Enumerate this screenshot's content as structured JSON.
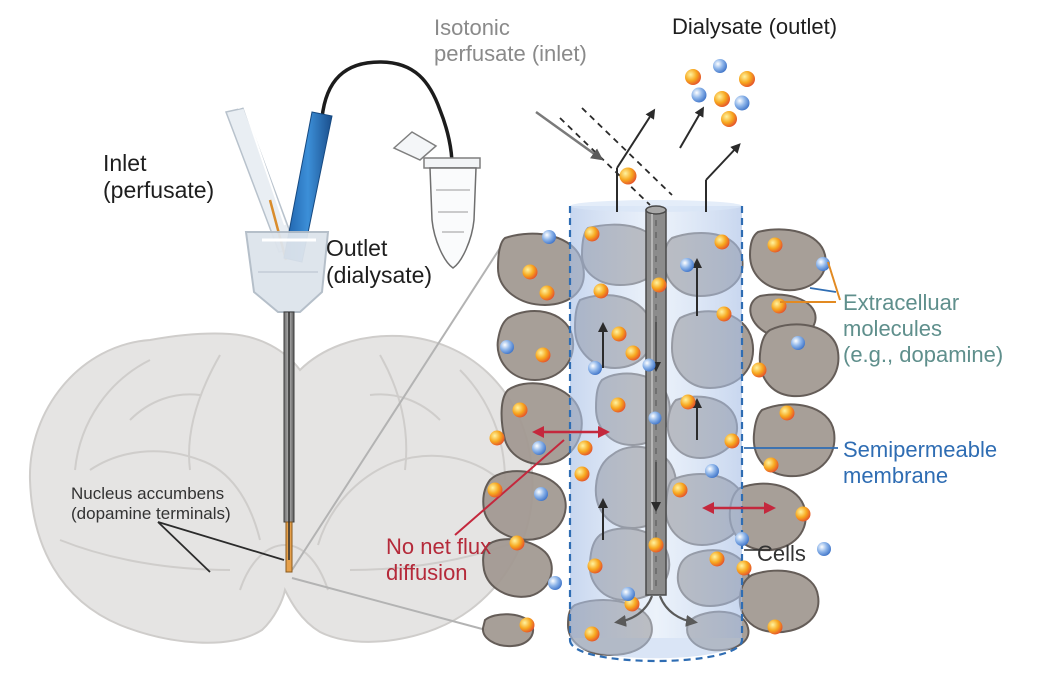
{
  "labels": {
    "isotonic_line1": "Isotonic",
    "isotonic_line2": "perfusate (inlet)",
    "dialysate_outlet": "Dialysate (outlet)",
    "inlet_line1": "Inlet",
    "inlet_line2": "(perfusate)",
    "outlet_line1": "Outlet",
    "outlet_line2": "(dialysate)",
    "extracellular_line1": "Extracelluar",
    "extracellular_line2": "molecules",
    "extracellular_line3": "(e.g., dopamine)",
    "semipermeable_line1": "Semipermeable",
    "semipermeable_line2": "membrane",
    "nucleus_line1": "Nucleus accumbens",
    "nucleus_line2": "(dopamine terminals)",
    "no_net_flux_line1": "No net flux",
    "no_net_flux_line2": "diffusion",
    "cells": "Cells"
  },
  "colors": {
    "label_gray": "#8a8a8a",
    "label_dark": "#1e1e1e",
    "membrane_blue": "#2f6db3",
    "extracellular_green": "#5f8f8c",
    "flux_red": "#b52a3a",
    "cell_fill": "#a39a93",
    "membrane_fill": "#c9d8ee",
    "molecule_orange": "#f5a623",
    "molecule_blue": "#5b8fd6"
  },
  "icons": [
    "microdialysis-probe-icon",
    "collection-tube-icon",
    "brain-section-icon"
  ]
}
